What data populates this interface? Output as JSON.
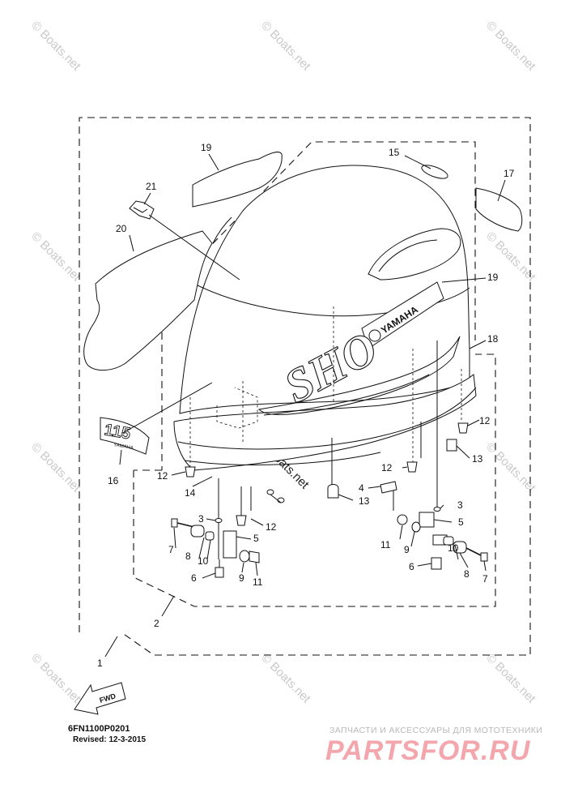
{
  "watermark_text": "© Boats.net",
  "callouts": {
    "c1": "1",
    "c2": "2",
    "c3a": "3",
    "c3b": "3",
    "c4": "4",
    "c5a": "5",
    "c5b": "5",
    "c6a": "6",
    "c6b": "6",
    "c7a": "7",
    "c7b": "7",
    "c8a": "8",
    "c8b": "8",
    "c9a": "9",
    "c9b": "9",
    "c10a": "10",
    "c10b": "10",
    "c11a": "11",
    "c11b": "11",
    "c12a": "12",
    "c12b": "12",
    "c12c": "12",
    "c12d": "12",
    "c13a": "13",
    "c13b": "13",
    "c14": "14",
    "c15": "15",
    "c16": "16",
    "c17": "17",
    "c18": "18",
    "c19a": "19",
    "c19b": "19",
    "c20": "20",
    "c21": "21"
  },
  "decals": {
    "brand_decal": "YAMAHA",
    "emblem_decal": "YAMAHA",
    "model_decal": "115",
    "model_side": "SHO"
  },
  "fwd_label": "FWD",
  "drawing_code": "6FN1100P0201",
  "revision": "Revised: 12-3-2015",
  "footer_slogan": "ЗАПЧАСТИ И АКСЕССУАРЫ ДЛЯ МОТОТЕХНИКИ",
  "footer_brand": "PARTSFOR.RU",
  "colors": {
    "line": "#111111",
    "watermark": "#c9c9c9",
    "brand": "#f4a6ad"
  }
}
